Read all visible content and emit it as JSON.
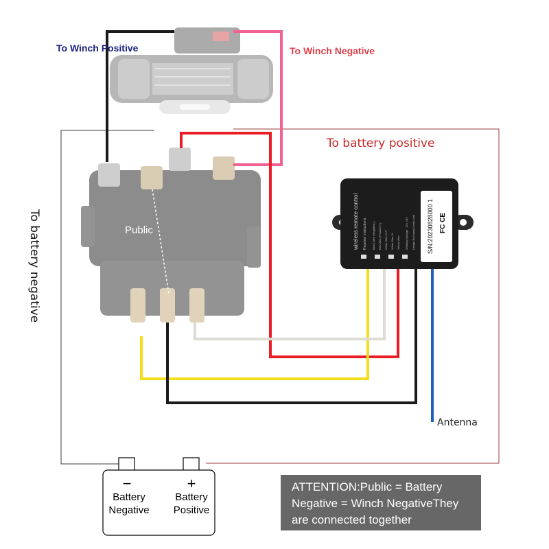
{
  "labels": {
    "to_winch_positive": "To Winch  Positive",
    "to_winch_negative": "To Winch Negative",
    "to_battery_positive": "To battery positive",
    "to_battery_negative": "To battery negative",
    "public": "Public",
    "antenna": "Antenna"
  },
  "battery": {
    "minus_symbol": "−",
    "plus_symbol": "+",
    "negative_line1": "Battery",
    "negative_line2": "Negative",
    "positive_line1": "Battery",
    "positive_line2": "Positive"
  },
  "receiver": {
    "title": "wireless remote control",
    "subtitle": "Receiver instructions",
    "pins": [
      "Black Wire (Negative(-)",
      "Red Wire (Positive(+))",
      "White Wire OUT",
      "White Wire IN",
      "Yellow Wire"
    ],
    "voltage": "Working Voltage : 12V 24V",
    "design": "Design By huanyi-home.com",
    "serial": "S/N:20230828000 1",
    "marks": "FC CE"
  },
  "attention": {
    "line1": "ATTENTION:Public = Battery",
    "line2": "Negative = Winch NegativeThey",
    "line3": "are connected together"
  },
  "colors": {
    "wire_black": "#1a1a1a",
    "wire_red": "#ea1c24",
    "wire_pink": "#f06292",
    "wire_yellow": "#f5dc1c",
    "wire_white": "#dcdcd2",
    "wire_blue": "#1f5fc2",
    "boundary_battery_positive": "#9a3b3b",
    "boundary_battery_negative": "#3c3c3c",
    "attention_bg": "#676767"
  }
}
